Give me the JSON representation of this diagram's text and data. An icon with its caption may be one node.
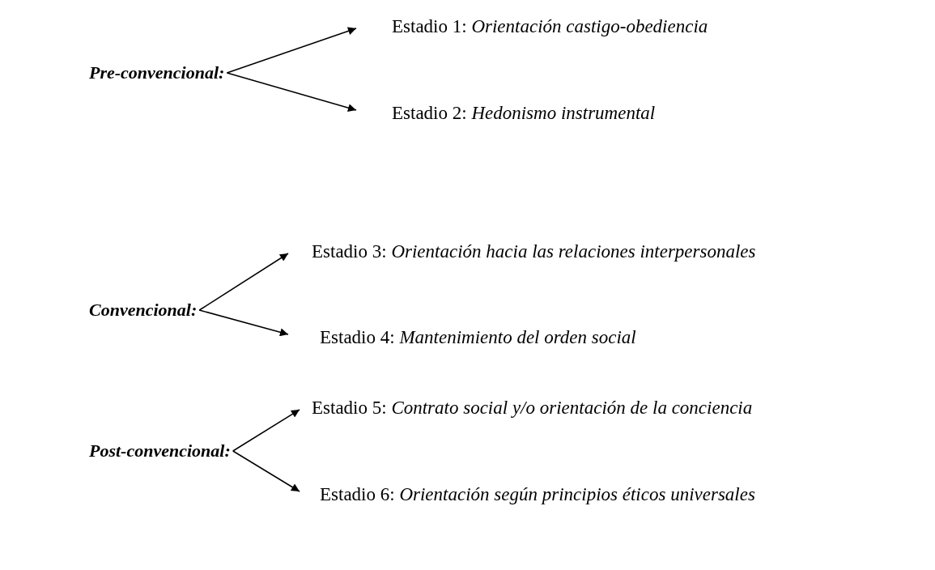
{
  "diagram": {
    "nodes": [
      {
        "text": [
          "Pre-convencional:"
        ]
      },
      {
        "text": [
          "Estadio 1: *Orientación castigo-obediencia*"
        ]
      },
      {
        "text": [
          "Estadio 2: *Hedonismo instrumental*"
        ]
      },
      {
        "text": [
          "Convencional:"
        ]
      },
      {
        "text": [
          "Estadio 3: *Orientación hacia las relaciones interpersonales*"
        ]
      },
      {
        "text": [
          "Estadio 4: *Mantenimiento del orden social*"
        ]
      },
      {
        "text": [
          "Post-convencional:"
        ]
      },
      {
        "text": [
          "Estadio 5: *Contrato social y/o orientación de la conciencia*"
        ]
      },
      {
        "text": [
          "Estadio 6: *Orientación según principios éticos universales*"
        ]
      }
    ],
    "edges": [
      {
        "from": 0,
        "to": 1,
        "arrow": "to"
      },
      {
        "from": 0,
        "to": 2,
        "arrow": "to"
      },
      {
        "from": 3,
        "to": 4,
        "arrow": "to"
      },
      {
        "from": 3,
        "to": 5,
        "arrow": "to"
      },
      {
        "from": 6,
        "to": 7,
        "arrow": "to"
      },
      {
        "from": 6,
        "to": 8,
        "arrow": "to"
      }
    ]
  }
}
